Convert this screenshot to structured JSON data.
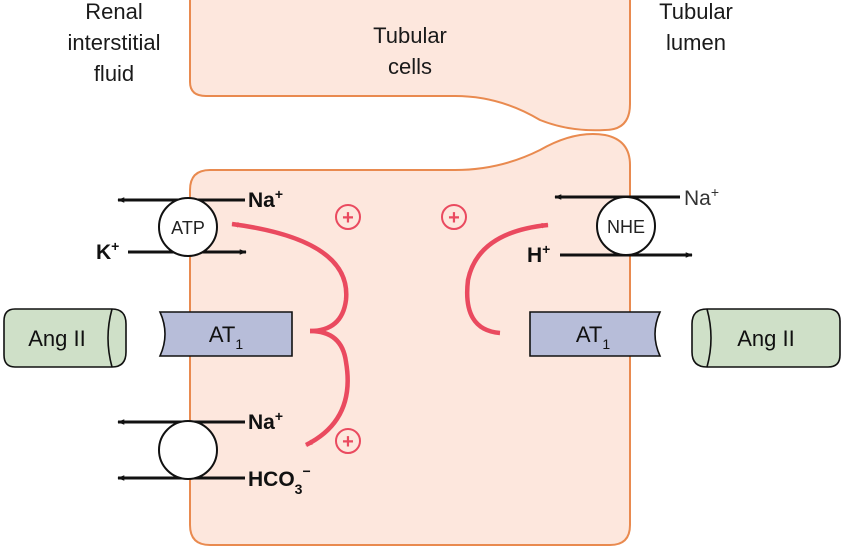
{
  "labels": {
    "renal_line1": "Renal",
    "renal_line2": "interstitial",
    "renal_line3": "fluid",
    "lumen_line1": "Tubular",
    "lumen_line2": "lumen",
    "cells_line1": "Tubular",
    "cells_line2": "cells"
  },
  "pumps": {
    "atpase": "ATP",
    "nhe": "NHE"
  },
  "ions": {
    "na_top_left": "Na",
    "na_top_left_charge": "+",
    "k": "K",
    "k_charge": "+",
    "na_right": "Na",
    "na_right_charge": "+",
    "h": "H",
    "h_charge": "+",
    "na_bottom": "Na",
    "na_bottom_charge": "+",
    "hco3_main": "HCO",
    "hco3_sub": "3",
    "hco3_charge": "−"
  },
  "receptors": {
    "at1_left_main": "AT",
    "at1_left_sub": "1",
    "at1_right_main": "AT",
    "at1_right_sub": "1",
    "ang_left": "Ang II",
    "ang_right": "Ang II"
  },
  "signs": {
    "plus": "+"
  },
  "colors": {
    "cell_fill": "#fde7dd",
    "cell_stroke": "#e98a4f",
    "receptor_fill": "#b7bdd9",
    "ang_fill": "#cfe0c8",
    "stimulation": "#ea4a5f",
    "arrow": "#111111"
  }
}
